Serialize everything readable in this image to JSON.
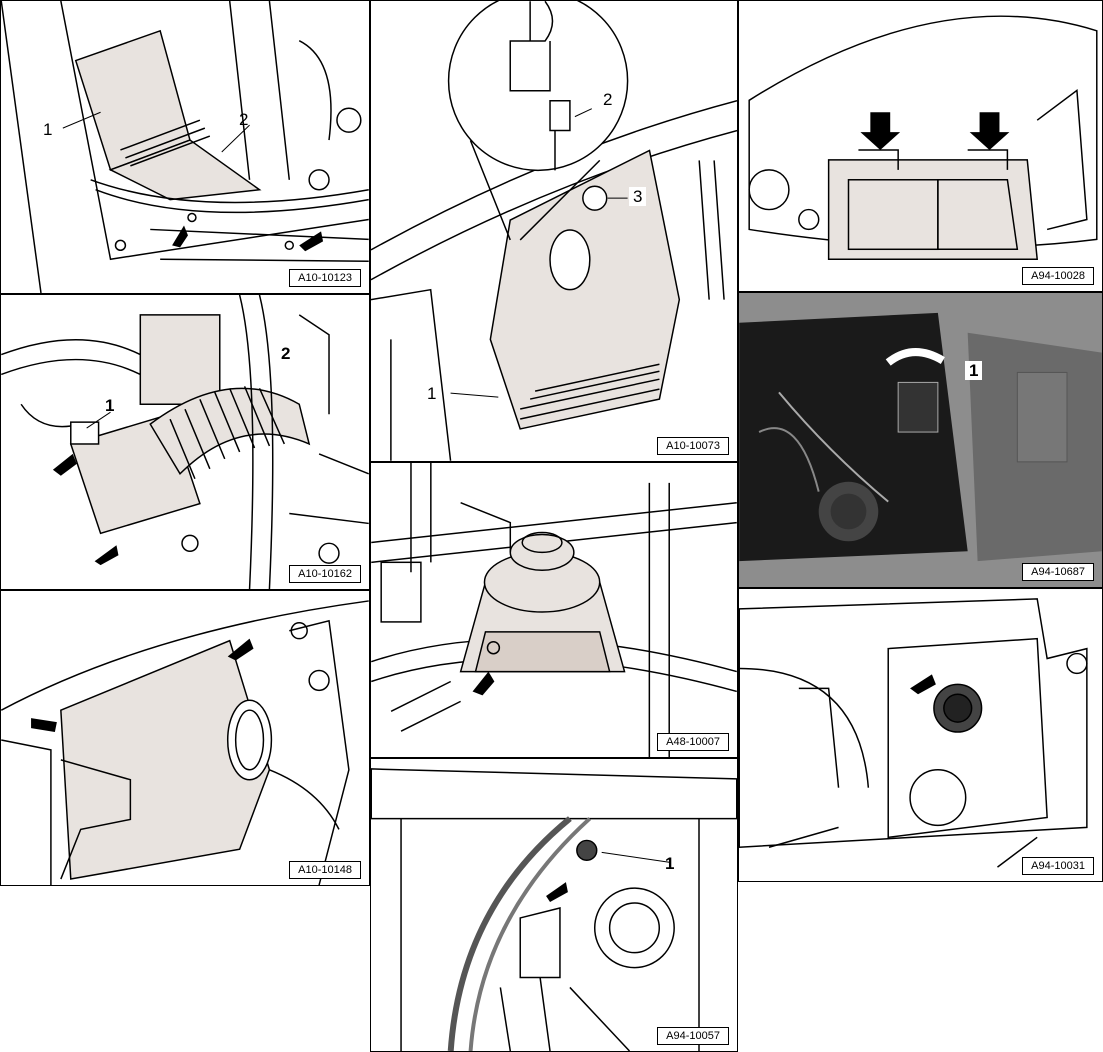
{
  "colors": {
    "line": "#000000",
    "shade": "#e8e3df",
    "photo_bg": "#8d8d8d",
    "photo_dark": "#1a1a1a"
  },
  "panels": [
    {
      "id": "p1",
      "tag": "A10-10123",
      "callouts": [
        "1",
        "2"
      ]
    },
    {
      "id": "p2",
      "tag": "A10-10162",
      "callouts": [
        "1",
        "2"
      ]
    },
    {
      "id": "p3",
      "tag": "A10-10148",
      "callouts": []
    },
    {
      "id": "p4",
      "tag": "A10-10073",
      "callouts": [
        "2",
        "3",
        "1"
      ]
    },
    {
      "id": "p5",
      "tag": "A48-10007",
      "callouts": []
    },
    {
      "id": "p6",
      "tag": "A94-10057",
      "callouts": [
        "1"
      ]
    },
    {
      "id": "p7",
      "tag": "A94-10028",
      "callouts": []
    },
    {
      "id": "p8",
      "tag": "A94-10687",
      "callouts": [
        "1"
      ]
    },
    {
      "id": "p9",
      "tag": "A94-10031",
      "callouts": []
    }
  ]
}
